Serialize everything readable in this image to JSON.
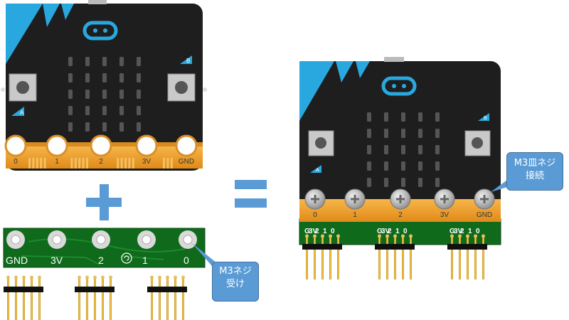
{
  "microbit": {
    "pad_labels": [
      "0",
      "1",
      "2",
      "3V",
      "GND"
    ],
    "button_a": "A",
    "button_b": "B"
  },
  "breakout": {
    "board_labels": [
      "GND",
      "3V",
      "2",
      "1",
      "0"
    ],
    "header_labels": [
      "G",
      "3V",
      "2",
      "1",
      "0"
    ]
  },
  "callouts": {
    "receive": "M3ネジ\n受け",
    "connect": "M3皿ネジ\n接続"
  },
  "operators": {
    "plus": "+",
    "equals": "="
  },
  "colors": {
    "board": "#1e1e1e",
    "accent_blue": "#29a8e0",
    "gold": "#f0a030",
    "pcb_green": "#0f6a1c",
    "callout": "#5b9bd5",
    "operator": "#5b9bd5"
  }
}
